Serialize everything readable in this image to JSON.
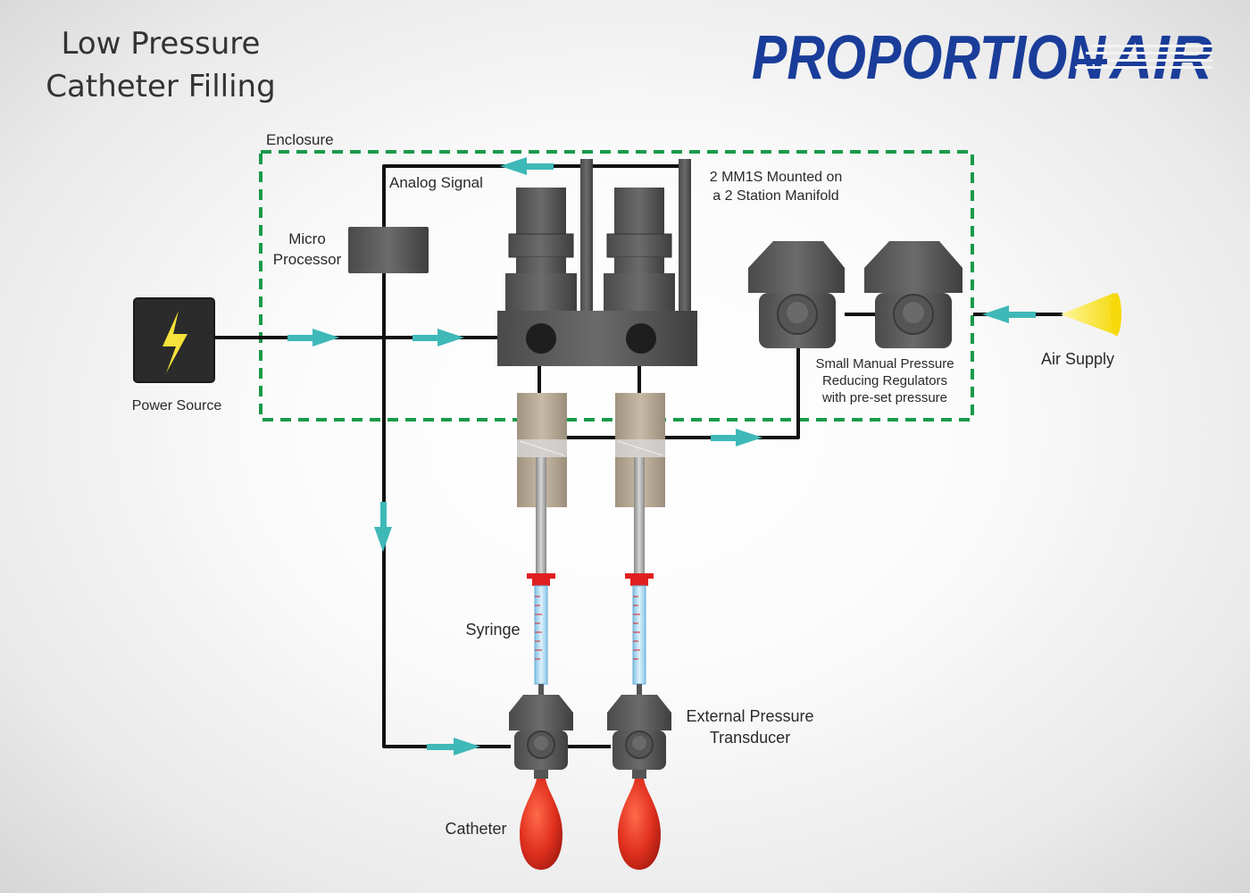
{
  "title": {
    "line1": "Low Pressure",
    "line2": "Catheter Filling"
  },
  "logo": {
    "part1": "PROPORTION",
    "part2": "AIR",
    "color": "#1a3d9a"
  },
  "labels": {
    "enclosure": "Enclosure",
    "analog_signal": "Analog Signal",
    "micro_line1": "Micro",
    "micro_line2": "Processor",
    "mm1s_line1": "2 MM1S Mounted on",
    "mm1s_line2": "a 2 Station Manifold",
    "power_source": "Power Source",
    "air_supply": "Air Supply",
    "regulators_line1": "Small Manual Pressure",
    "regulators_line2": "Reducing Regulators",
    "regulators_line3": "with pre-set pressure",
    "syringe": "Syringe",
    "transducer_line1": "External Pressure",
    "transducer_line2": "Transducer",
    "catheter": "Catheter"
  },
  "colors": {
    "enclosure_border": "#1a9a4a",
    "flow_arrow": "#3fb8b8",
    "power_bolt": "#f5e23a",
    "air_supply_cone": "#f7e61a",
    "catheter": "#e0301e",
    "syringe_tip": "#e02020",
    "syringe_barrel": "#aad8f0",
    "cylinder": "#b9ab98"
  }
}
